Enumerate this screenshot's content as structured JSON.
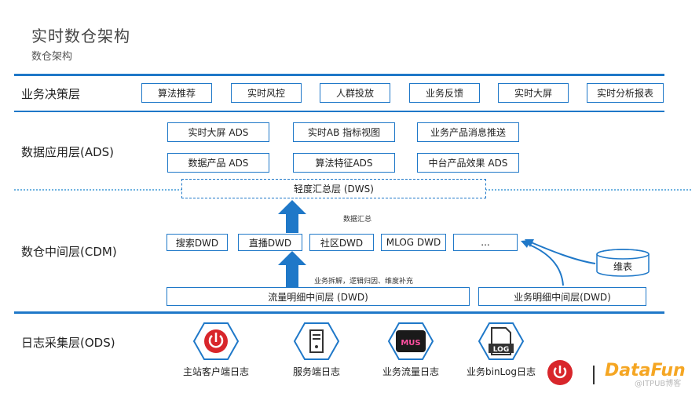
{
  "title": "实时数仓架构",
  "subtitle": "数仓架构",
  "layers": {
    "ads_decision": "业务决策层",
    "ads": "数据应用层(ADS)",
    "cdm": "数仓中间层(CDM)",
    "ods": "日志采集层(ODS)"
  },
  "decision_items": [
    "算法推荐",
    "实时风控",
    "人群投放",
    "业务反馈",
    "实时大屏",
    "实时分析报表"
  ],
  "ads_items": [
    "实时大屏 ADS",
    "实时AB 指标视图",
    "业务产品消息推送",
    "数据产品 ADS",
    "算法特征ADS",
    "中台产品效果 ADS"
  ],
  "dws": "轻度汇总层 (DWS)",
  "notes": {
    "summary": "数据汇总",
    "split": "业务拆解，逻辑归因、维度补充"
  },
  "dwd_items": [
    "搜索DWD",
    "直播DWD",
    "社区DWD",
    "MLOG DWD",
    "..."
  ],
  "dim_table": "维表",
  "dwd_bottom": [
    "流量明细中间层 (DWD)",
    "业务明细中间层(DWD)"
  ],
  "sources": [
    {
      "label": "主站客户端日志",
      "icon": "netease-music-icon"
    },
    {
      "label": "服务端日志",
      "icon": "server-icon"
    },
    {
      "label": "业务流量日志",
      "icon": "mus-icon"
    },
    {
      "label": "业务binLog日志",
      "icon": "log-file-icon"
    }
  ],
  "mus_text": "MUS",
  "log_text": "LOG",
  "brand": "DataFun",
  "watermark": "@ITPUB博客",
  "colors": {
    "primary": "#1f78c8",
    "red": "#d8262b",
    "orange": "#f5a623"
  }
}
